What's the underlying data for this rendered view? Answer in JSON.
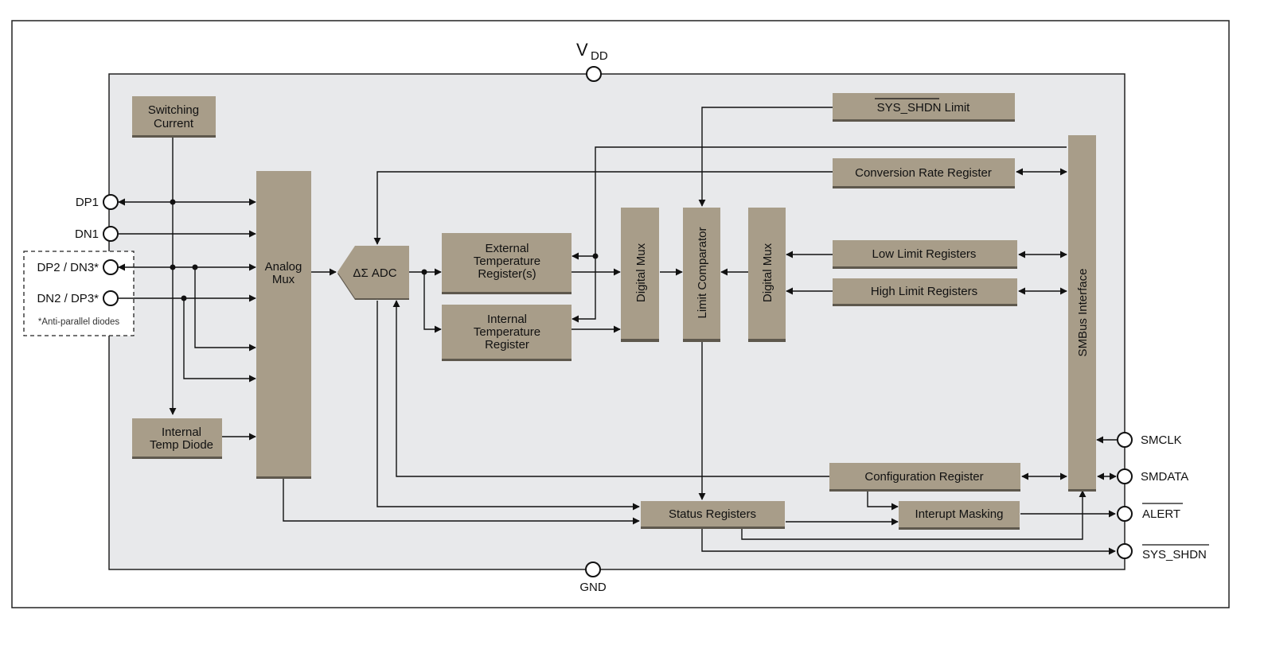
{
  "pins": {
    "vdd_main": "V",
    "vdd_sub": "DD",
    "gnd": "GND",
    "dp1": "DP1",
    "dn1": "DN1",
    "dp2_dn3": "DP2 / DN3*",
    "dn2_dp3": "DN2 / DP3*",
    "smclk": "SMCLK",
    "smdata": "SMDATA",
    "alert": "ALERT",
    "sys_shdn": "SYS_SHDN"
  },
  "note": "*Anti-parallel diodes",
  "blocks": {
    "switching_current": [
      "Switching",
      "Current"
    ],
    "internal_temp_diode": [
      "Internal",
      "Temp Diode"
    ],
    "analog_mux": [
      "Analog",
      "Mux"
    ],
    "adc": "ΔΣ ADC",
    "external_temp_register": [
      "External",
      "Temperature",
      "Register(s)"
    ],
    "internal_temp_register": [
      "Internal",
      "Temperature",
      "Register"
    ],
    "digital_mux_left": "Digital Mux",
    "limit_comparator": "Limit Comparator",
    "digital_mux_right": "Digital Mux",
    "sys_shdn_limit": "SYS_SHDN Limit",
    "conversion_rate_register": "Conversion Rate Register",
    "low_limit_registers": "Low Limit Registers",
    "high_limit_registers": "High Limit Registers",
    "smbus_interface": "SMBus Interface",
    "configuration_register": "Configuration Register",
    "status_registers": "Status Registers",
    "interrupt_masking": "Interupt Masking"
  },
  "colors": {
    "block_fill": "#a89d89",
    "chip_fill": "#e8e9eb",
    "line": "#111111"
  }
}
